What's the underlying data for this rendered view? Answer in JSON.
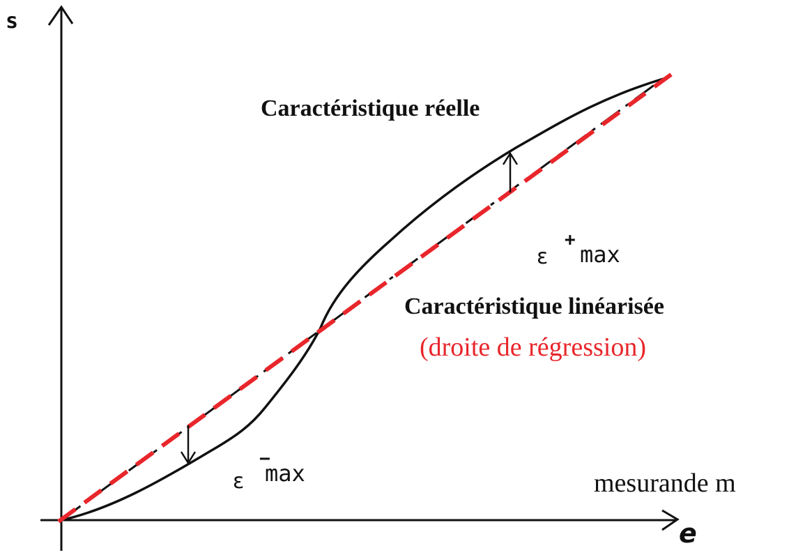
{
  "axes": {
    "y_label": "s",
    "x_label": "e"
  },
  "labels": {
    "real_curve": "Caractéristique réelle",
    "linearized": "Caractéristique linéarisée",
    "regression": "(droite de régression)",
    "measurand": "mesurande m",
    "eps_plus_symbol": "ε",
    "eps_plus_sup": "+",
    "eps_plus_text": "max",
    "eps_minus_symbol": "ε",
    "eps_minus_sup": "−",
    "eps_minus_text": "max"
  },
  "colors": {
    "ink": "#111111",
    "regression_line": "#e8262b",
    "regression_text": "#e8262b"
  }
}
